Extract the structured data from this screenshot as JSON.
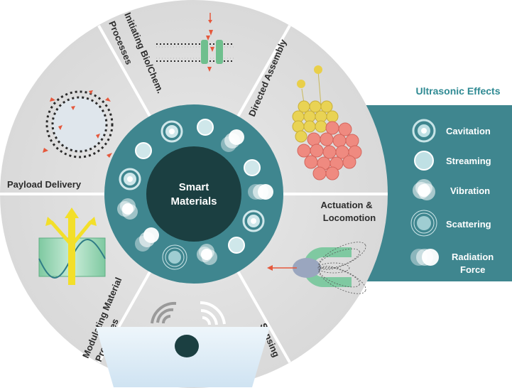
{
  "center": {
    "line1": "Smart",
    "line2": "Materials"
  },
  "segments": {
    "initiating_line1": "Initiating Bio/Chem.",
    "initiating_line2": "Processes",
    "directed_assembly": "Directed Assembly",
    "actuation_line1": "Actuation &",
    "actuation_line2": "Locomotion",
    "sensing": "Sensing",
    "modulating_line1": "Modulating Material",
    "modulating_line2": "Properties",
    "payload": "Payload Delivery"
  },
  "legend": {
    "title": "Ultrasonic Effects",
    "cavitation": "Cavitation",
    "streaming": "Streaming",
    "vibration": "Vibration",
    "scattering": "Scattering",
    "radiation_line1": "Radiation",
    "radiation_line2": "Force"
  },
  "colors": {
    "teal": "#3f868f",
    "dark_center": "#1b3f41",
    "light_teal": "#9ed2d8",
    "disk_gray": "#dedede",
    "red_arrow": "#e5583c",
    "yellow": "#f6e42a",
    "green_pink": "#7fc9a1"
  },
  "icons": [
    "cavitation-icon",
    "streaming-icon",
    "vibration-icon",
    "scattering-icon",
    "radiation-force-icon"
  ]
}
